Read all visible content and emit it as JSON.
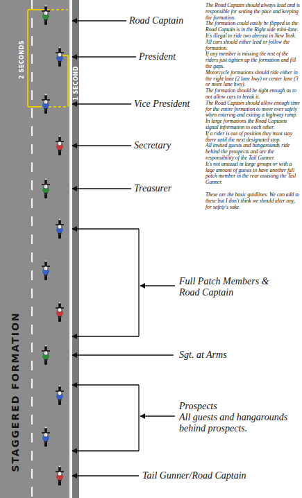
{
  "diagram": {
    "title": "STAGGERED FORMATION",
    "labels": [
      "2 SECONDS",
      "1 SECOND",
      "Road Captain",
      "President",
      "Vice President",
      "Secretary",
      "Treasurer",
      "Full Patch Members & Road Captain",
      "Sgt. at Arms",
      "Prospects",
      "All guests and hangarounds behind prospects.",
      "Tail Gunner/Road Captain",
      "The Road Captain should always lead and is responsible for setting the pace and keeping the formation.",
      "The formation could easily be flipped so the Road Captain is in the Right side mini-lane.",
      "It's illegal to ride two abreast in New York.",
      "All cars should either lead or follow the formation.",
      "If any member is missing the rest of the riders just tighten up the formation and fill the gaps.",
      "Motorcycle formations should ride either in the right lane (2 lane hwy) or center lane (3 or more lane hwy).",
      "The formation should be tight enough as to not allow cars to break it.",
      "The Road Captain should allow enough time for the entire formation to move over safely when entering and exiting a highway ramp.",
      "In large formations the Road Captains signal information to each other.",
      "If a rider is out of position they must stay there until the next designated stop.",
      "All invited guests and hangarounds ride behind the prospects and are the responsibility of the Tail Gunner.",
      "It's not unusual in large groups or with a lage amount of guests to have another full patch member in the rear assisting the Tail Gunner.",
      "These are the basic guidlines. We can add to these but I don't think we should alter any, for safety's sake."
    ]
  }
}
